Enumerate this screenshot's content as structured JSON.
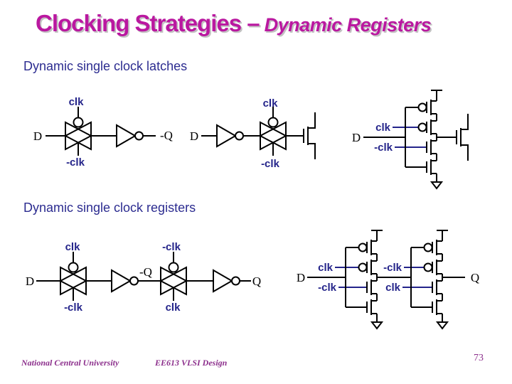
{
  "slide": {
    "title_main": "Clocking Strategies –",
    "title_accent": " Dynamic Registers",
    "section1": "Dynamic single clock latches",
    "section2": "Dynamic single clock registers",
    "page_number": "73"
  },
  "footer": {
    "left": "National Central University",
    "center": "EE613 VLSI Design"
  },
  "labels": {
    "clk": "clk",
    "nclk": "-clk",
    "d": "D",
    "q": "Q",
    "nq": "-Q"
  },
  "colors": {
    "title": "#ba18a0",
    "title_shadow": "#c2c2c2",
    "heading": "#2c2c90",
    "label_blue": "#24248a",
    "wire_black": "#000000",
    "footer": "#8c2f8c",
    "background": "#ffffff"
  }
}
